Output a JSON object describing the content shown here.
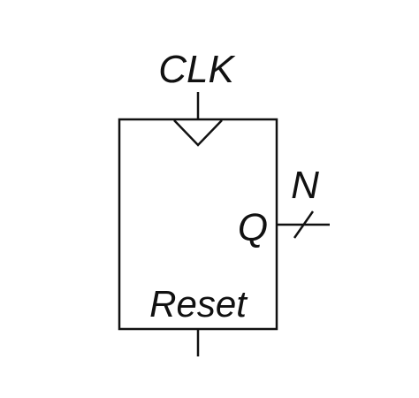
{
  "diagram": {
    "clock_label": "CLK",
    "output_label": "Q",
    "bus_width_label": "N",
    "reset_label": "Reset"
  },
  "colors": {
    "stroke": "#111111",
    "background": "#ffffff"
  }
}
